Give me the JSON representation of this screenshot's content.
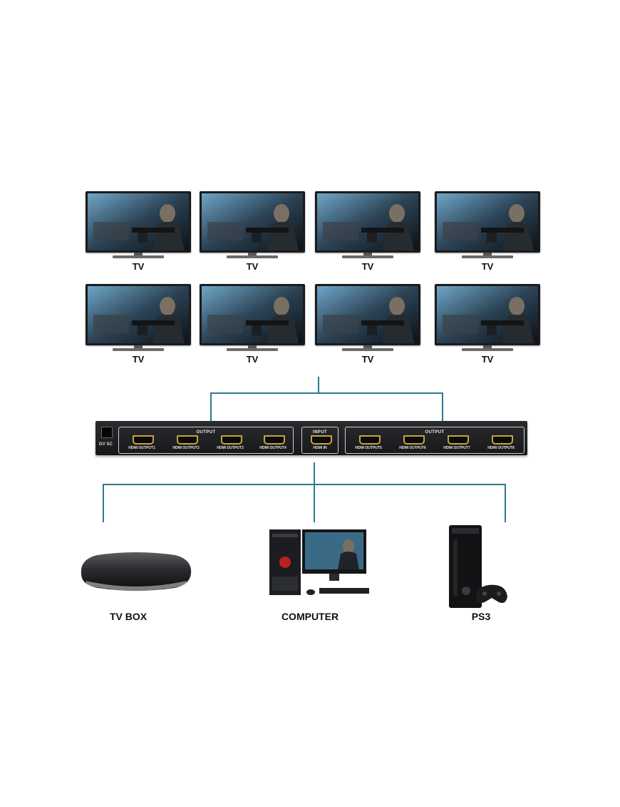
{
  "tvs": [
    {
      "label": "TV"
    },
    {
      "label": "TV"
    },
    {
      "label": "TV"
    },
    {
      "label": "TV"
    },
    {
      "label": "TV"
    },
    {
      "label": "TV"
    },
    {
      "label": "TV"
    },
    {
      "label": "TV"
    }
  ],
  "splitter": {
    "dc_label": "DV 5C",
    "output_left_title": "OUTPUT",
    "input_title": "INPUT",
    "output_right_title": "OUTPUT",
    "ports_left": [
      "HDMI OUTPUT1",
      "HDMI OUTPUT2",
      "HDMI OUTPUT3",
      "HDMI OUTPUT4"
    ],
    "port_in": "HDMI IN",
    "ports_right": [
      "HDMI OUTPUT5",
      "HDMI OUTPUT6",
      "HDMI OUTPUT7",
      "HDMI OUTPUT8"
    ]
  },
  "sources": [
    {
      "label": "TV BOX"
    },
    {
      "label": "COMPUTER"
    },
    {
      "label": "PS3"
    }
  ],
  "colors": {
    "wire": "#2b7b8e",
    "port_gold": "#caa43a",
    "device": "#1a1b1e"
  }
}
